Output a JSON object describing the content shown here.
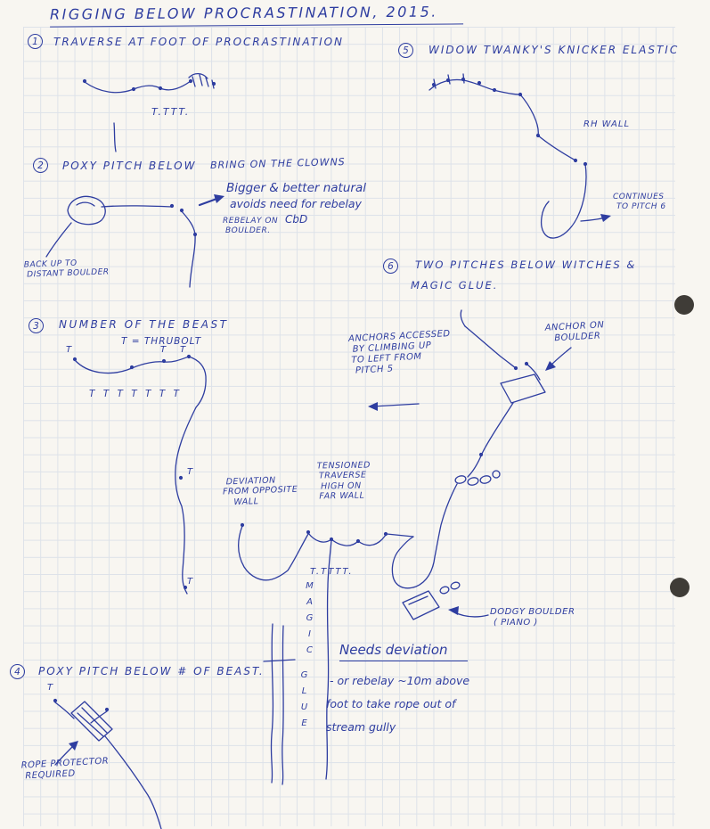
{
  "page": {
    "title": "RIGGING BELOW PROCRASTINATION, 2015."
  },
  "colors": {
    "ink": "#2e3da0",
    "paper": "#f8f6f1",
    "grid": "#c7d2e3",
    "hole": "#3f3c37"
  },
  "labels": {
    "t": "T"
  },
  "s1": {
    "num": "1",
    "heading": "TRAVERSE AT FOOT OF PROCRASTINATION",
    "tmarks": "T.TTT."
  },
  "s2": {
    "num": "2",
    "heading": "POXY PITCH BELOW",
    "heading_insert": "BRING ON THE CLOWNS",
    "note": [
      "Bigger & better natural",
      "avoids need for rebelay",
      "CbD"
    ],
    "rebelay": [
      "REBELAY ON",
      "BOULDER."
    ],
    "backup": [
      "BACK UP TO",
      "DISTANT BOULDER"
    ]
  },
  "s3": {
    "num": "3",
    "heading": "NUMBER OF THE BEAST",
    "legend": "T = THRUBOLT",
    "t_row": "T T T T T T T",
    "t_row2": "T.TTTT.",
    "anchors_accessed": [
      "ANCHORS ACCESSED",
      "BY CLIMBING UP",
      "TO LEFT FROM",
      "PITCH 5"
    ],
    "anchor_on_boulder": [
      "ANCHOR ON",
      "BOULDER"
    ],
    "deviation": [
      "DEVIATION",
      "FROM OPPOSITE",
      "WALL"
    ],
    "tensioned": [
      "TENSIONED",
      "TRAVERSE",
      "HIGH ON",
      "FAR WALL"
    ],
    "magic": "MAGIC",
    "glue": "GLUE",
    "dodgy": [
      "DODGY BOULDER",
      "( PIANO )"
    ],
    "needs_deviation": "Needs deviation",
    "needs_lines": [
      "- or rebelay ~10m above",
      "foot to take rope out of",
      "stream gully"
    ]
  },
  "s4": {
    "num": "4",
    "heading": "POXY PITCH BELOW # OF BEAST.",
    "protector": [
      "ROPE PROTECTOR",
      "REQUIRED"
    ]
  },
  "s5": {
    "num": "5",
    "heading": "WIDOW TWANKY'S KNICKER ELASTIC",
    "rh_wall": "RH WALL",
    "continues": [
      "CONTINUES",
      "TO PITCH 6"
    ]
  },
  "s6": {
    "num": "6",
    "heading": [
      "TWO PITCHES BELOW WITCHES &",
      "MAGIC GLUE."
    ]
  }
}
